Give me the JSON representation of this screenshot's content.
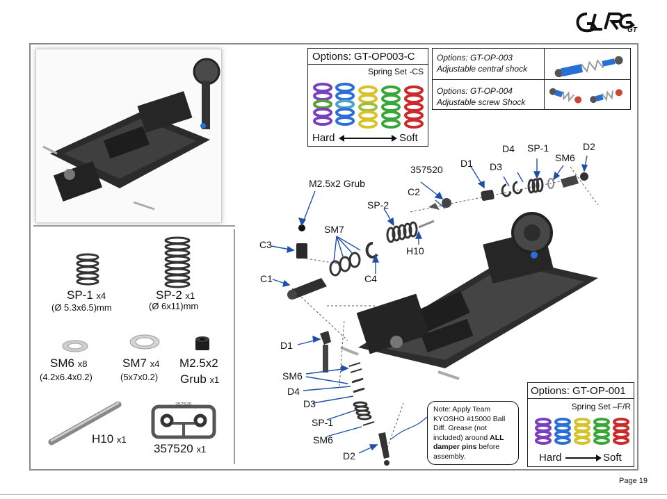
{
  "logo": {
    "text": "GLRGT"
  },
  "page": {
    "number_label": "Page 19"
  },
  "options": {
    "spring_cs": {
      "title": "Options: GT-OP003-C",
      "subtitle": "Spring Set -CS",
      "hard": "Hard",
      "soft": "Soft"
    },
    "shock_central": {
      "line1": "Options: GT-OP-003",
      "line2": "Adjustable central shock"
    },
    "shock_screw": {
      "line1": "Options: GT-OP-004",
      "line2": "Adjustable screw Shock"
    },
    "spring_fr": {
      "title": "Options: GT-OP-001",
      "subtitle": "Spring Set –F/R",
      "hard": "Hard",
      "soft": "Soft"
    }
  },
  "parts": {
    "sp1": {
      "name": "SP-1",
      "qty": "x4",
      "dim": "(Ø 5.3x6.5)mm"
    },
    "sp2": {
      "name": "SP-2",
      "qty": "x1",
      "dim": "(Ø 6x11)mm"
    },
    "sm6": {
      "name": "SM6",
      "qty": "x8",
      "dim": "(4.2x6.4x0.2)"
    },
    "sm7": {
      "name": "SM7",
      "qty": "x4",
      "dim": "(5x7x0.2)"
    },
    "grub": {
      "name": "M2.5x2",
      "name2": "Grub",
      "qty": "x1"
    },
    "h10": {
      "name": "H10",
      "qty": "x1"
    },
    "p357520": {
      "name": "357520",
      "qty": "x1",
      "tag": "357520"
    }
  },
  "callouts": {
    "top_d1": "D1",
    "top_d3": "D3",
    "top_d4": "D4",
    "top_sp1": "SP-1",
    "top_sm6": "SM6",
    "top_d2": "D2",
    "n357520": "357520",
    "grub": "M2.5x2 Grub",
    "c2": "C2",
    "sp2": "SP-2",
    "sm7": "SM7",
    "c3": "C3",
    "h10": "H10",
    "c1": "C1",
    "c4": "C4",
    "low_d1": "D1",
    "low_sm6a": "SM6",
    "low_d4": "D4",
    "low_d3": "D3",
    "low_sp1": "SP-1",
    "low_sm6b": "SM6",
    "low_d2": "D2"
  },
  "note": {
    "prefix": "Note: Apply Team KYOSHO #15000 Ball Diff. Grease (not included) around ",
    "bold": "ALL damper pins",
    "suffix": " before assembly."
  },
  "colors": {
    "accent_blue": "#2a6fd6",
    "frame_gray": "#8a8a8a"
  },
  "icons": [
    "logo-icon",
    "chassis-icon",
    "spring-icon",
    "shock-icon",
    "washer-icon",
    "grub-icon",
    "pin-icon",
    "sprue-icon",
    "arrow-icon"
  ]
}
